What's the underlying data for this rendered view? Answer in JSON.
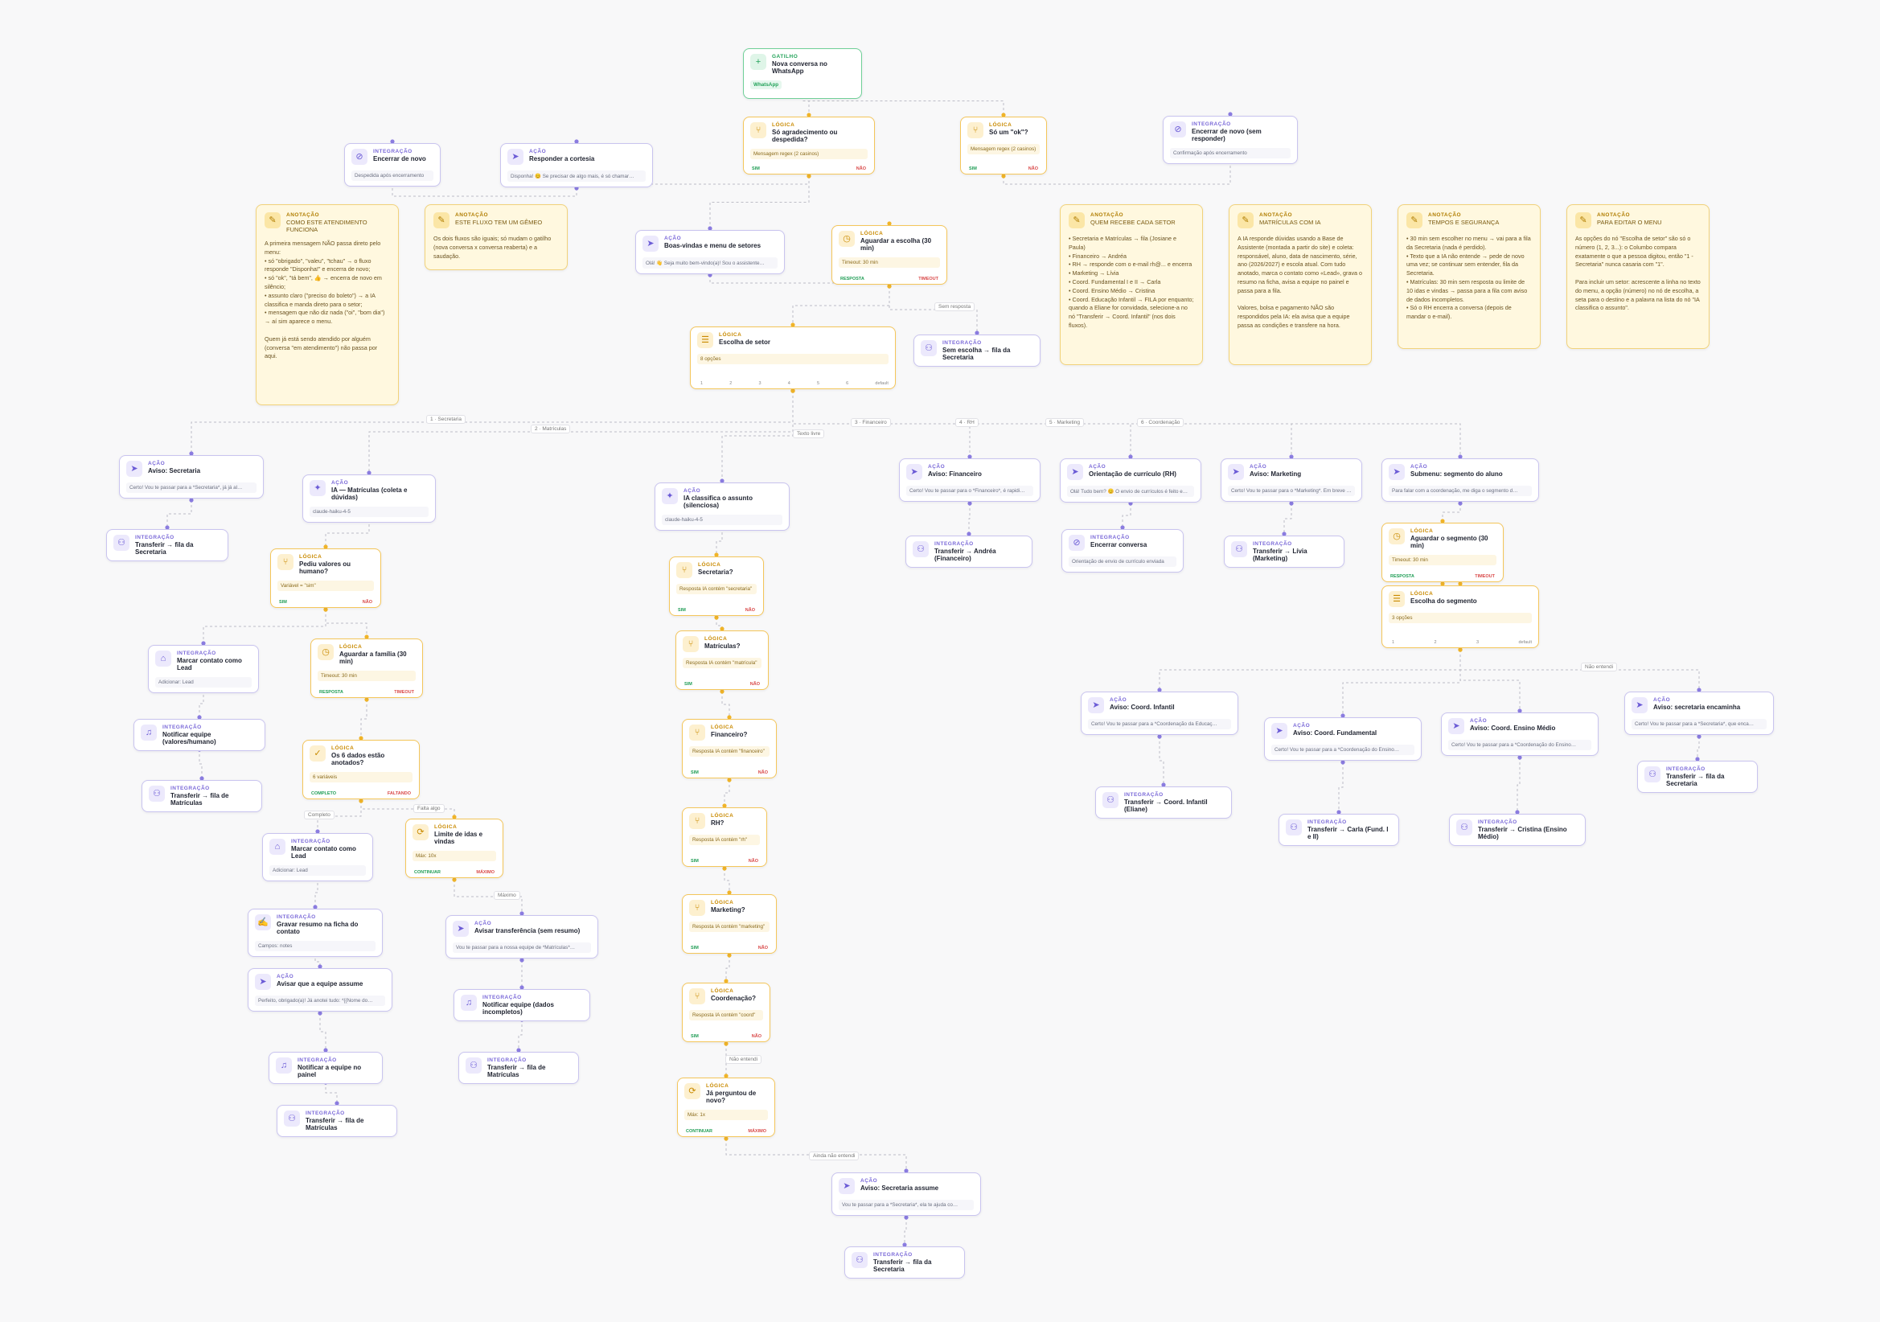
{
  "colors": {
    "action": "#8b7ce0",
    "logic": "#f0b429",
    "trigger": "#3cc480",
    "note": "#f1d27a",
    "wire": "#bdbdc6"
  },
  "nodes": [
    {
      "id": "start",
      "type": "trigger",
      "kind": "GATILHO",
      "title": "Nova conversa no WhatsApp",
      "subtitle": "WhatsApp",
      "icon": "plus-icon"
    },
    {
      "id": "agradecimento",
      "type": "logic",
      "kind": "LÓGICA",
      "title": "Só agradecimento ou despedida?",
      "subtitle": "Mensagem regex (2 casinos)",
      "icon": "branch-icon",
      "yes": "SIM",
      "no": "NÃO"
    },
    {
      "id": "so_ok",
      "type": "logic",
      "kind": "LÓGICA",
      "title": "Só um \"ok\"?",
      "subtitle": "Mensagem regex (2 casinos)",
      "icon": "branch-icon",
      "yes": "SIM",
      "no": "NÃO"
    },
    {
      "id": "encerrar_novo_sem",
      "type": "action",
      "kind": "INTEGRAÇÃO",
      "title": "Encerrar de novo (sem responder)",
      "subtitle": "Confirmação após encerramento",
      "icon": "stop-icon"
    },
    {
      "id": "encerrar_novo",
      "type": "action",
      "kind": "INTEGRAÇÃO",
      "title": "Encerrar de novo",
      "subtitle": "Despedida após encerramento",
      "icon": "stop-icon"
    },
    {
      "id": "cortesia",
      "type": "action",
      "kind": "AÇÃO",
      "title": "Responder a cortesia",
      "subtitle": "Disponha! 😊 Se precisar de algo mais, é só chamar…",
      "icon": "send-icon"
    },
    {
      "id": "note1",
      "type": "note",
      "kind": "ANOTAÇÃO",
      "title": "COMO ESTE ATENDIMENTO FUNCIONA",
      "body": "A primeira mensagem NÃO passa direto pelo menu:\n• só \"obrigado\", \"valeu\", \"tchau\" → o fluxo responde \"Disponha!\" e encerra de novo;\n• só \"ok\", \"tá bem\", 👍 → encerra de novo em silêncio;\n• assunto claro (\"preciso do boleto\") → a IA classifica e manda direto para o setor;\n• mensagem que não diz nada (\"oi\", \"bom dia\") → aí sim aparece o menu.\n\nQuem já está sendo atendido por alguém (conversa \"em atendimento\") não passa por aqui.",
      "icon": "note-icon"
    },
    {
      "id": "note2",
      "type": "note",
      "kind": "ANOTAÇÃO",
      "title": "ESTE FLUXO TEM UM GÊMEO",
      "body": "Os dois fluxos são iguais; só mudam o gatilho (nova conversa x conversa reaberta) e a saudação.",
      "icon": "note-icon"
    },
    {
      "id": "boas_vindas",
      "type": "action",
      "kind": "AÇÃO",
      "title": "Boas-vindas e menu de setores",
      "subtitle": "Olá! 👋 Seja muito bem-vindo(a)! Sou o assistente…",
      "icon": "send-icon"
    },
    {
      "id": "aguardar_escolha",
      "type": "logic",
      "kind": "LÓGICA",
      "title": "Aguardar a escolha (30 min)",
      "subtitle": "Timeout: 30 min",
      "icon": "clock-icon",
      "yes": "RESPOSTA",
      "no": "TIMEOUT"
    },
    {
      "id": "escolha_setor",
      "type": "logic",
      "kind": "LÓGICA",
      "title": "Escolha de setor",
      "subtitle": "8 opções",
      "icon": "list-icon",
      "options": [
        "1",
        "2",
        "3",
        "4",
        "5",
        "6",
        "default"
      ]
    },
    {
      "id": "sem_escolha",
      "type": "action",
      "kind": "INTEGRAÇÃO",
      "title": "Sem escolha → fila da Secretaria",
      "icon": "user-icon"
    },
    {
      "id": "note3",
      "type": "note",
      "kind": "ANOTAÇÃO",
      "title": "QUEM RECEBE CADA SETOR",
      "body": "• Secretaria e Matrículas → fila (Josiane e Paula)\n• Financeiro → Andréa\n• RH → responde com o e-mail rh@... e encerra\n• Marketing → Lívia\n• Coord. Fundamental I e II → Carla\n• Coord. Ensino Médio → Cristina\n• Coord. Educação Infantil → FILA por enquanto; quando a Eliane for convidada, selecione-a no nó \"Transferir → Coord. Infantil\" (nos dois fluxos).",
      "icon": "note-icon"
    },
    {
      "id": "note4",
      "type": "note",
      "kind": "ANOTAÇÃO",
      "title": "MATRÍCULAS COM IA",
      "body": "A IA responde dúvidas usando a Base de Assistente (montada a partir do site) e coleta: responsável, aluno, data de nascimento, série, ano (2026/2027) e escola atual. Com tudo anotado, marca o contato como «Lead», grava o resumo na ficha, avisa a equipe no painel e passa para a fila.\n\nValores, bolsa e pagamento NÃO são respondidos pela IA: ela avisa que a equipe passa as condições e transfere na hora.",
      "icon": "note-icon"
    },
    {
      "id": "note5",
      "type": "note",
      "kind": "ANOTAÇÃO",
      "title": "TEMPOS E SEGURANÇA",
      "body": "• 30 min sem escolher no menu → vai para a fila da Secretaria (nada é perdido).\n• Texto que a IA não entende → pede de novo uma vez; se continuar sem entender, fila da Secretaria.\n• Matrículas: 30 min sem resposta ou limite de 10 idas e vindas → passa para a fila com aviso de dados incompletos.\n• Só o RH encerra a conversa (depois de mandar o e-mail).",
      "icon": "note-icon"
    },
    {
      "id": "note6",
      "type": "note",
      "kind": "ANOTAÇÃO",
      "title": "PARA EDITAR O MENU",
      "body": "As opções do nó \"Escolha de setor\" são só o número (1, 2, 3...): o Columbo compara exatamente o que a pessoa digitou, então \"1 - Secretaria\" nunca casaria com \"1\".\n\nPara incluir um setor: acrescente a linha no texto do menu, a opção (número) no nó de escolha, a seta para o destino e a palavra na lista do nó \"IA classifica o assunto\".",
      "icon": "note-icon"
    },
    {
      "id": "aviso_secretaria",
      "type": "action",
      "kind": "AÇÃO",
      "title": "Aviso: Secretaria",
      "subtitle": "Certo! Vou te passar para a *Secretaria*, já já al…",
      "icon": "send-icon"
    },
    {
      "id": "transf_secretaria1",
      "type": "action",
      "kind": "INTEGRAÇÃO",
      "title": "Transferir → fila da Secretaria",
      "icon": "user-icon"
    },
    {
      "id": "ia_matriculas",
      "type": "action",
      "kind": "AÇÃO",
      "title": "IA — Matrículas (coleta e dúvidas)",
      "subtitle": "claude-haiku-4-5",
      "icon": "ai-icon"
    },
    {
      "id": "ia_classifica",
      "type": "action",
      "kind": "AÇÃO",
      "title": "IA classifica o assunto (silenciosa)",
      "subtitle": "claude-haiku-4-5",
      "icon": "ai-icon"
    },
    {
      "id": "aviso_financeiro",
      "type": "action",
      "kind": "AÇÃO",
      "title": "Aviso: Financeiro",
      "subtitle": "Certo! Vou te passar para o *Financeiro*, é rapidi…",
      "icon": "send-icon"
    },
    {
      "id": "orientacao_rh",
      "type": "action",
      "kind": "AÇÃO",
      "title": "Orientação de currículo (RH)",
      "subtitle": "Olá! Tudo bem? 😊 O envio de currículos é feito e…",
      "icon": "send-icon"
    },
    {
      "id": "aviso_marketing",
      "type": "action",
      "kind": "AÇÃO",
      "title": "Aviso: Marketing",
      "subtitle": "Certo! Vou te passar para o *Marketing*. Em breve …",
      "icon": "send-icon"
    },
    {
      "id": "submenu",
      "type": "action",
      "kind": "AÇÃO",
      "title": "Submenu: segmento do aluno",
      "subtitle": "Para falar com a coordenação, me diga o segmento d…",
      "icon": "send-icon"
    },
    {
      "id": "pediu_valores",
      "type": "logic",
      "kind": "LÓGICA",
      "title": "Pediu valores ou humano?",
      "subtitle": "Variável = \"sim\"",
      "icon": "branch-icon",
      "yes": "SIM",
      "no": "NÃO"
    },
    {
      "id": "secretaria_q",
      "type": "logic",
      "kind": "LÓGICA",
      "title": "Secretaria?",
      "subtitle": "Resposta IA contém \"secretaria\"",
      "icon": "branch-icon",
      "yes": "SIM",
      "no": "NÃO"
    },
    {
      "id": "transf_financeiro",
      "type": "action",
      "kind": "INTEGRAÇÃO",
      "title": "Transferir → Andréa (Financeiro)",
      "icon": "user-icon"
    },
    {
      "id": "encerrar_conversa",
      "type": "action",
      "kind": "INTEGRAÇÃO",
      "title": "Encerrar conversa",
      "subtitle": "Orientação de envio de currículo enviada",
      "icon": "stop-icon"
    },
    {
      "id": "transf_marketing",
      "type": "action",
      "kind": "INTEGRAÇÃO",
      "title": "Transferir → Lívia (Marketing)",
      "icon": "user-icon"
    },
    {
      "id": "aguardar_segmento",
      "type": "logic",
      "kind": "LÓGICA",
      "title": "Aguardar o segmento (30 min)",
      "subtitle": "Timeout: 30 min",
      "icon": "clock-icon",
      "yes": "RESPOSTA",
      "no": "TIMEOUT"
    },
    {
      "id": "escolha_segmento",
      "type": "logic",
      "kind": "LÓGICA",
      "title": "Escolha do segmento",
      "subtitle": "3 opções",
      "icon": "list-icon",
      "options": [
        "1",
        "2",
        "3",
        "default"
      ]
    },
    {
      "id": "marcar_lead1",
      "type": "action",
      "kind": "INTEGRAÇÃO",
      "title": "Marcar contato como Lead",
      "subtitle": "Adicionar: Lead",
      "icon": "tag-icon"
    },
    {
      "id": "aguardar_familia",
      "type": "logic",
      "kind": "LÓGICA",
      "title": "Aguardar a família (30 min)",
      "subtitle": "Timeout: 30 min",
      "icon": "clock-icon",
      "yes": "RESPOSTA",
      "no": "TIMEOUT"
    },
    {
      "id": "matriculas_q",
      "type": "logic",
      "kind": "LÓGICA",
      "title": "Matrículas?",
      "subtitle": "Resposta IA contém \"matrícula\"",
      "icon": "branch-icon",
      "yes": "SIM",
      "no": "NÃO"
    },
    {
      "id": "notificar_valores",
      "type": "action",
      "kind": "INTEGRAÇÃO",
      "title": "Notificar equipe (valores/humano)",
      "icon": "bell-icon"
    },
    {
      "id": "seis_dados",
      "type": "logic",
      "kind": "LÓGICA",
      "title": "Os 6 dados estão anotados?",
      "subtitle": "6 variáveis",
      "icon": "check-icon",
      "yes": "COMPLETO",
      "no": "FALTANDO"
    },
    {
      "id": "financeiro_q",
      "type": "logic",
      "kind": "LÓGICA",
      "title": "Financeiro?",
      "subtitle": "Resposta IA contém \"financeiro\"",
      "icon": "branch-icon",
      "yes": "SIM",
      "no": "NÃO"
    },
    {
      "id": "transf_matriculas1",
      "type": "action",
      "kind": "INTEGRAÇÃO",
      "title": "Transferir → fila de Matrículas",
      "icon": "user-icon"
    },
    {
      "id": "aviso_infantil",
      "type": "action",
      "kind": "AÇÃO",
      "title": "Aviso: Coord. Infantil",
      "subtitle": "Certo! Vou te passar para a *Coordenação da Educaç…",
      "icon": "send-icon"
    },
    {
      "id": "aviso_fundamental",
      "type": "action",
      "kind": "AÇÃO",
      "title": "Aviso: Coord. Fundamental",
      "subtitle": "Certo! Vou te passar para a *Coordenação do Ensino…",
      "icon": "send-icon"
    },
    {
      "id": "aviso_medio",
      "type": "action",
      "kind": "AÇÃO",
      "title": "Aviso: Coord. Ensino Médio",
      "subtitle": "Certo! Vou te passar para a *Coordenação do Ensino…",
      "icon": "send-icon"
    },
    {
      "id": "aviso_sec_encaminha",
      "type": "action",
      "kind": "AÇÃO",
      "title": "Aviso: secretaria encaminha",
      "subtitle": "Certo! Vou te passar para a *Secretaria*, que enca…",
      "icon": "send-icon"
    },
    {
      "id": "transf_infantil",
      "type": "action",
      "kind": "INTEGRAÇÃO",
      "title": "Transferir → Coord. Infantil (Eliane)",
      "icon": "user-icon"
    },
    {
      "id": "transf_carla",
      "type": "action",
      "kind": "INTEGRAÇÃO",
      "title": "Transferir → Carla (Fund. I e II)",
      "icon": "user-icon"
    },
    {
      "id": "transf_cristina",
      "type": "action",
      "kind": "INTEGRAÇÃO",
      "title": "Transferir → Cristina (Ensino Médio)",
      "icon": "user-icon"
    },
    {
      "id": "transf_secretaria3",
      "type": "action",
      "kind": "INTEGRAÇÃO",
      "title": "Transferir → fila da Secretaria",
      "icon": "user-icon"
    },
    {
      "id": "marcar_lead2",
      "type": "action",
      "kind": "INTEGRAÇÃO",
      "title": "Marcar contato como Lead",
      "subtitle": "Adicionar: Lead",
      "icon": "tag-icon"
    },
    {
      "id": "limite_idas",
      "type": "logic",
      "kind": "LÓGICA",
      "title": "Limite de idas e vindas",
      "subtitle": "Máx: 10x",
      "icon": "loop-icon",
      "yes": "CONTINUAR",
      "no": "MÁXIMO"
    },
    {
      "id": "rh_q",
      "type": "logic",
      "kind": "LÓGICA",
      "title": "RH?",
      "subtitle": "Resposta IA contém \"rh\"",
      "icon": "branch-icon",
      "yes": "SIM",
      "no": "NÃO"
    },
    {
      "id": "gravar_resumo",
      "type": "action",
      "kind": "INTEGRAÇÃO",
      "title": "Gravar resumo na ficha do contato",
      "subtitle": "Campos: notes",
      "icon": "edit-icon"
    },
    {
      "id": "avisar_transf",
      "type": "action",
      "kind": "AÇÃO",
      "title": "Avisar transferência (sem resumo)",
      "subtitle": "Vou te passar para a nossa equipe de *Matrículas*…",
      "icon": "send-icon"
    },
    {
      "id": "marketing_q",
      "type": "logic",
      "kind": "LÓGICA",
      "title": "Marketing?",
      "subtitle": "Resposta IA contém \"marketing\"",
      "icon": "branch-icon",
      "yes": "SIM",
      "no": "NÃO"
    },
    {
      "id": "avisar_equipe",
      "type": "action",
      "kind": "AÇÃO",
      "title": "Avisar que a equipe assume",
      "subtitle": "Perfeito, obrigado(a)! Já anotei tudo: *{{Nome do…",
      "icon": "send-icon"
    },
    {
      "id": "notificar_incompletos",
      "type": "action",
      "kind": "INTEGRAÇÃO",
      "title": "Notificar equipe (dados incompletos)",
      "icon": "bell-icon"
    },
    {
      "id": "coordenacao_q",
      "type": "logic",
      "kind": "LÓGICA",
      "title": "Coordenação?",
      "subtitle": "Resposta IA contém \"coord\"",
      "icon": "branch-icon",
      "yes": "SIM",
      "no": "NÃO"
    },
    {
      "id": "notificar_painel",
      "type": "action",
      "kind": "INTEGRAÇÃO",
      "title": "Notificar a equipe no painel",
      "icon": "bell-icon"
    },
    {
      "id": "transf_matriculas2",
      "type": "action",
      "kind": "INTEGRAÇÃO",
      "title": "Transferir → fila de Matrículas",
      "icon": "user-icon"
    },
    {
      "id": "ja_perguntou",
      "type": "logic",
      "kind": "LÓGICA",
      "title": "Já perguntou de novo?",
      "subtitle": "Máx: 1x",
      "icon": "loop-icon",
      "yes": "CONTINUAR",
      "no": "MÁXIMO"
    },
    {
      "id": "transf_matriculas3",
      "type": "action",
      "kind": "INTEGRAÇÃO",
      "title": "Transferir → fila de Matrículas",
      "icon": "user-icon"
    },
    {
      "id": "aviso_sec_assume",
      "type": "action",
      "kind": "AÇÃO",
      "title": "Aviso: Secretaria assume",
      "subtitle": "Vou te passar para a *Secretaria*, ela te ajuda co…",
      "icon": "send-icon"
    },
    {
      "id": "transf_secretaria2",
      "type": "action",
      "kind": "INTEGRAÇÃO",
      "title": "Transferir → fila da Secretaria",
      "icon": "user-icon"
    }
  ],
  "edge_labels": [
    "Sem resposta",
    "1 · Secretaria",
    "2 · Matrículas",
    "3 · Financeiro",
    "4 · RH",
    "5 · Marketing",
    "6 · Coordenação",
    "Texto livre",
    "Não entendi",
    "Completo",
    "Falta algo",
    "Máximo",
    "Não entendi",
    "Ainda não entendi"
  ],
  "icons": {
    "plus-icon": "+",
    "branch-icon": "⑂",
    "stop-icon": "⊘",
    "send-icon": "➤",
    "note-icon": "✎",
    "clock-icon": "◷",
    "list-icon": "☰",
    "user-icon": "⚇",
    "ai-icon": "✦",
    "tag-icon": "⌂",
    "bell-icon": "♫",
    "check-icon": "✓",
    "loop-icon": "⟳",
    "edit-icon": "✍"
  }
}
